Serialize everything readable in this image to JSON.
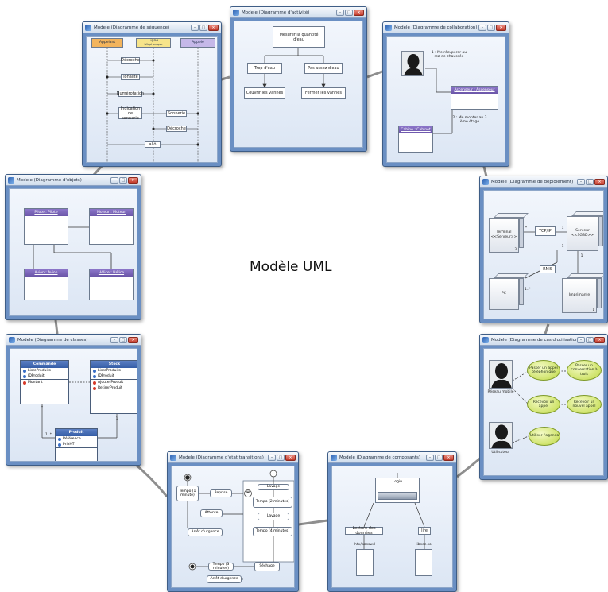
{
  "center_title": "Modèle UML",
  "windows": {
    "sequence": {
      "title": "Modele (Diagramme de séquence)",
      "lifelines": [
        "Appelant",
        "Ligne",
        "Appelé"
      ],
      "ligne_sub": "téléphonique",
      "messages": [
        "Décroche",
        "Tonalité",
        "Numérotation",
        "Indication de sonnerie",
        "Sonnerie",
        "Décroche",
        "allô"
      ]
    },
    "activity": {
      "title": "Modele (Diagramme d'activité)",
      "nodes": [
        "Mesurer la quantité d'eau",
        "Trop d'eau",
        "Pas assez d'eau",
        "Couvrir les vannes",
        "Fermer les vannes"
      ]
    },
    "collaboration": {
      "title": "Modele (Diagramme de collaboration)",
      "msg1": "1 : Me récupérer au rez-de-chaussée",
      "msg2": "2 : Me monter au 3 ème étage",
      "obj1": "Ascenseur : Ascenseur",
      "obj2": "Cabine : Cabinet"
    },
    "objects": {
      "title": "Modele (Diagramme d'objets)",
      "objs": [
        "Pilote : Pilote",
        "Moteur : Moteur",
        "Avion : Avion",
        "Hélice : Hélice"
      ]
    },
    "deployment": {
      "title": "Modele (Diagramme de déploiement)",
      "terminal": "Terminal",
      "terminal_st": "<<Serveur>>",
      "terminal_idx": "3",
      "server": "Serveur",
      "server_st": "<<SGBD>>",
      "tcpip": "TCP/IP",
      "rnis": "RNIS",
      "pc": "PC",
      "printer": "Imprimante",
      "printer_idx": "1",
      "mult_star": "*",
      "mult_1": "1",
      "mult_1n": "1..*"
    },
    "classes": {
      "title": "Modele (Diagramme de classes)",
      "commande": {
        "name": "Commande",
        "attrs": [
          "ListeProduits",
          "IDProduit"
        ],
        "ops": [
          "Montant"
        ]
      },
      "stock": {
        "name": "Stock",
        "attrs": [
          "ListeProduits",
          "IDProduit"
        ],
        "ops": [
          "AjouterProduit",
          "RetirerProduit"
        ]
      },
      "produit": {
        "name": "Produit",
        "attrs": [
          "Référence",
          "PrixHT"
        ]
      },
      "mult_star": "*",
      "mult_1": "1",
      "mult_1n": "1..*"
    },
    "usecase": {
      "title": "Modele (Diagramme de cas d'utilisation)",
      "actor1": "Réseau mobile",
      "actor2": "Utilisateur",
      "cases": [
        "Passer un appel téléphonique",
        "Passer un conversation à trois",
        "Recevoir un appel",
        "Recevoir un nouvel appel",
        "Utiliser l'agenda"
      ]
    },
    "statechart": {
      "title": "Modele (Diagramme d'état transitions)",
      "states": [
        "Tempo (1 minute)",
        "Reprise",
        "Lavage",
        "Tempo (2 minutes)",
        "Lavage",
        "Tempo (4 minutes)",
        "Séchage",
        "Tempo (3 minutes)"
      ],
      "events": [
        "Attente",
        "Arrêt d'urgence",
        "Arrêt d'urgence"
      ],
      "history": "H"
    },
    "component": {
      "title": "Modele (Diagramme de composants)",
      "top": "Login",
      "left": "Lecture des données",
      "right": "lire",
      "file1": "htx/passwd",
      "file2": "libsec.so"
    }
  }
}
